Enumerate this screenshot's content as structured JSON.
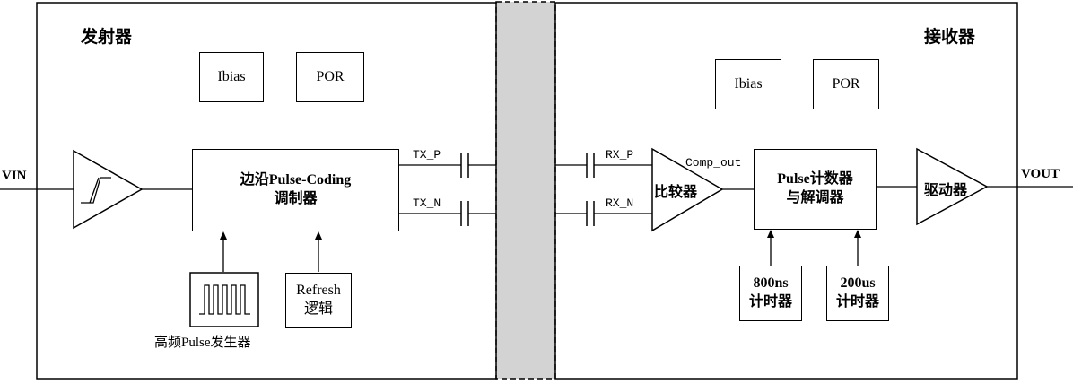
{
  "transmitter": {
    "title": "发射器",
    "ibias": "Ibias",
    "por": "POR",
    "modulator_line1": "边沿Pulse-Coding",
    "modulator_line2": "调制器",
    "refresh_line1": "Refresh",
    "refresh_line2": "逻辑",
    "pulse_gen": "高频Pulse发生器"
  },
  "receiver": {
    "title": "接收器",
    "ibias": "Ibias",
    "por": "POR",
    "comparator": "比较器",
    "comp_out": "Comp_out",
    "counter_line1": "Pulse计数器",
    "counter_line2": "与解调器",
    "driver": "驱动器",
    "timer800_line1": "800ns",
    "timer800_line2": "计时器",
    "timer200_line1": "200us",
    "timer200_line2": "计时器"
  },
  "signals": {
    "vin": "VIN",
    "vout": "VOUT",
    "tx_p": "TX_P",
    "tx_n": "TX_N",
    "rx_p": "RX_P",
    "rx_n": "RX_N"
  },
  "colors": {
    "isolation_fill": "#d3d3d3",
    "line": "#000000"
  }
}
